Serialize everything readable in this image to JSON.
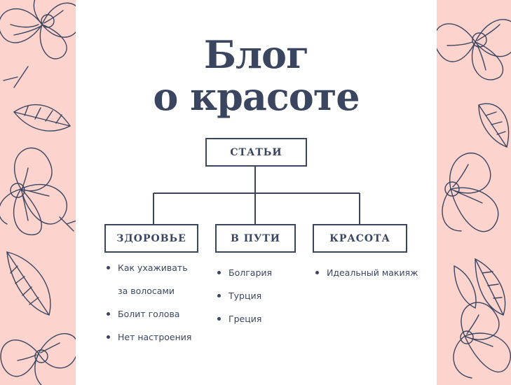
{
  "title": {
    "line1": "Блог",
    "line2": "о красоте"
  },
  "root": {
    "label": "СТАТЬИ"
  },
  "categories": [
    {
      "label": "ЗДОРОВЬЕ",
      "items": [
        "Как ухаживать",
        "за волосами",
        "Болит голова",
        "Нет настроения"
      ]
    },
    {
      "label": "В ПУТИ",
      "items": [
        "Болгария",
        "Турция",
        "Греция"
      ]
    },
    {
      "label": "КРАСОТА",
      "items": [
        "Идеальный макияж"
      ]
    }
  ],
  "colors": {
    "navy": "#3a4560",
    "pink": "#fdd3cd",
    "white": "#ffffff"
  },
  "decoration": {
    "left": "magnolia-floral-pattern",
    "right": "magnolia-floral-pattern"
  }
}
